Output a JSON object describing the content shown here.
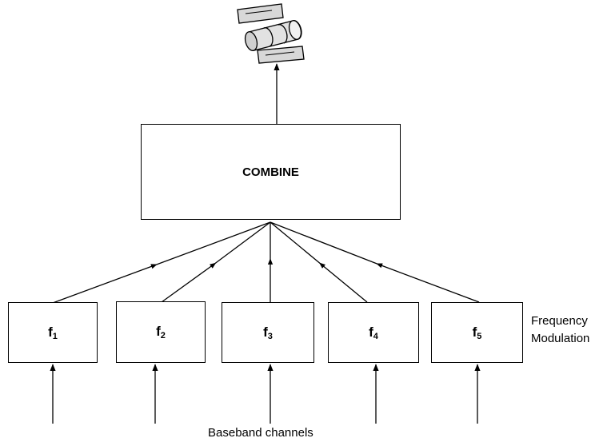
{
  "combine": {
    "label": "COMBINE"
  },
  "modulators": [
    {
      "base": "f",
      "sub": "1"
    },
    {
      "base": "f",
      "sub": "2"
    },
    {
      "base": "f",
      "sub": "3"
    },
    {
      "base": "f",
      "sub": "4"
    },
    {
      "base": "f",
      "sub": "5"
    }
  ],
  "side_label": {
    "line1": "Frequency",
    "line2": "Modulation"
  },
  "bottom_label": "Baseband channels",
  "icons": {
    "top": "satellite-icon"
  }
}
